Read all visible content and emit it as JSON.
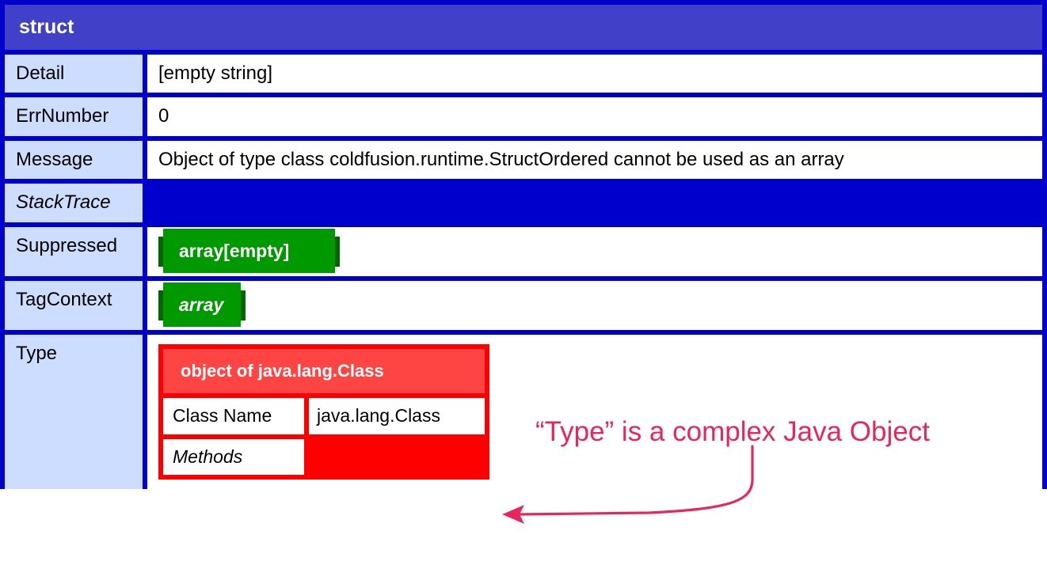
{
  "dump": {
    "title": "struct",
    "rows": [
      {
        "key": "Detail",
        "value": "[empty string]"
      },
      {
        "key": "ErrNumber",
        "value": "0"
      },
      {
        "key": "Message",
        "value": "Object of type class coldfusion.runtime.StructOrdered cannot be used as an array"
      },
      {
        "key": "StackTrace",
        "value": ""
      },
      {
        "key": "Suppressed",
        "value": "array[empty]"
      },
      {
        "key": "TagContext",
        "value": "array"
      },
      {
        "key": "Type",
        "value": "object of java.lang.Class"
      }
    ],
    "suppressed_array_label": "array[empty]",
    "tagcontext_array_label": "array",
    "type_object": {
      "header": "object of java.lang.Class",
      "rows": [
        {
          "key": "Class Name",
          "value": "java.lang.Class"
        },
        {
          "key": "Methods",
          "value": ""
        }
      ]
    }
  },
  "annotation": {
    "text": "“Type” is a complex Java Object"
  },
  "colors": {
    "border_blue": "#0000CC",
    "header_blue": "#4040C8",
    "key_blue": "#CCDDFF",
    "green_border": "#006600",
    "green_fill": "#009900",
    "red_border": "#FF0000",
    "red_header": "#FF4444",
    "annotation_pink": "#E8265B"
  }
}
